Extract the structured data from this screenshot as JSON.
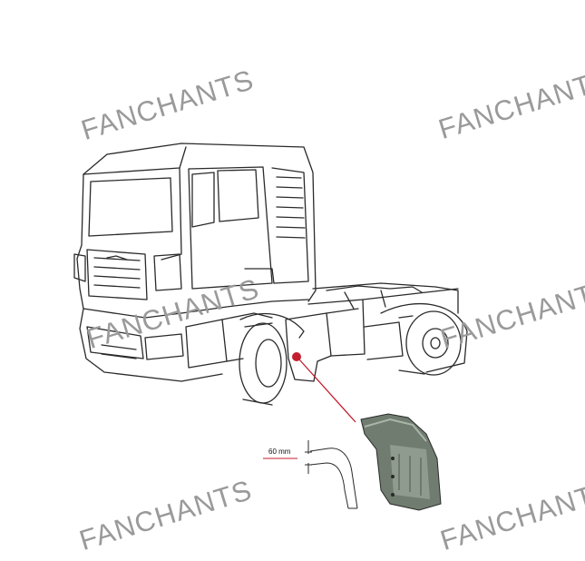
{
  "watermarks": [
    {
      "text": "FANCHANTS"
    },
    {
      "text": "FANCHANTS"
    },
    {
      "text": "FANCHANTS"
    },
    {
      "text": "FANCHANTS"
    },
    {
      "text": "FANCHANTS"
    },
    {
      "text": "FANCHANTS"
    }
  ],
  "dimension_label": "60 mm",
  "colors": {
    "line": "#2a2a2a",
    "callout": "#c41e2e",
    "part_fill": "#6f7c6f",
    "part_light": "#aab5aa",
    "watermark": "#9a9a9a"
  }
}
